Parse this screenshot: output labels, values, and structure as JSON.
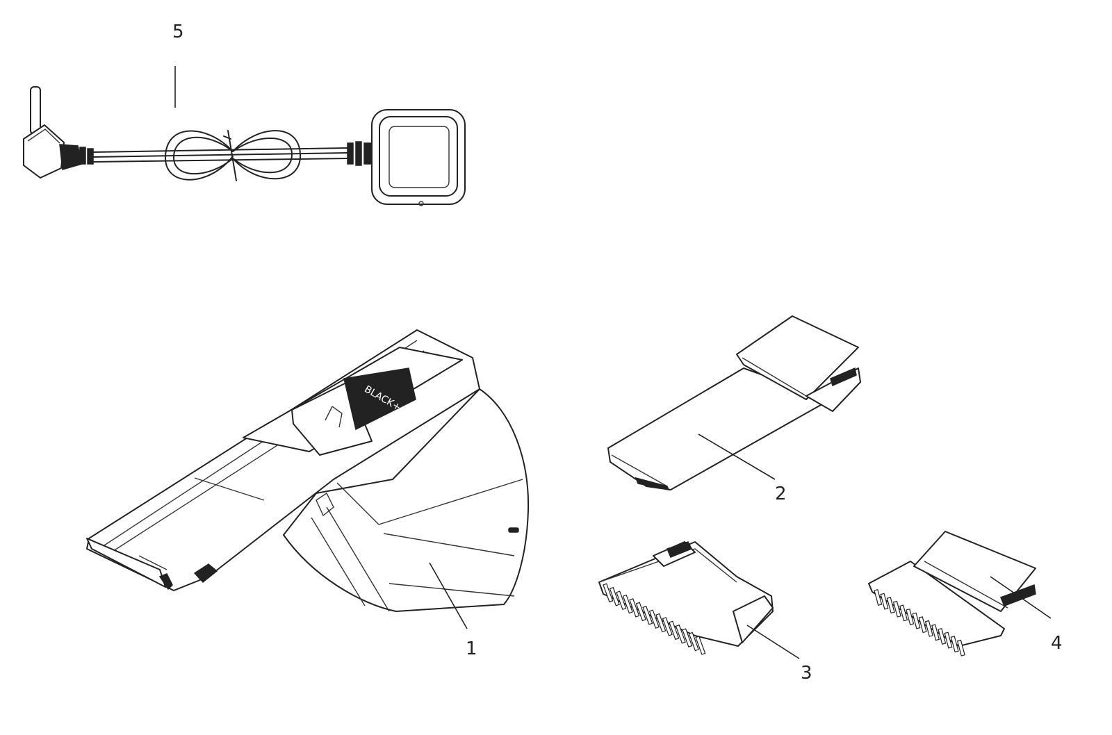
{
  "callouts": [
    {
      "id": "1",
      "label": "1"
    },
    {
      "id": "2",
      "label": "2"
    },
    {
      "id": "3",
      "label": "3"
    },
    {
      "id": "4",
      "label": "4"
    },
    {
      "id": "5",
      "label": "5"
    }
  ],
  "logo_text": "BLACK+"
}
